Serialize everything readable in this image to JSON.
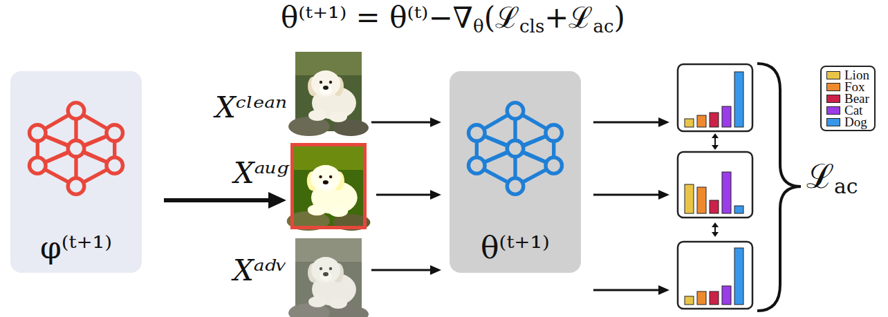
{
  "diagram": {
    "title": "θ⁽ᵗ⁺¹⁾ = θ⁽ᵗ⁾−∇θ(ℒcls+ℒac)",
    "nodes": [
      {
        "text": [
          "φ⁽ᵗ⁺¹⁾"
        ]
      },
      {
        "text": [
          "Xᶜˡᵉᵃⁿ"
        ]
      },
      {
        "text": [
          "Xᵃᵘᵍ"
        ]
      },
      {
        "text": [
          "Xᵃᵈᵛ"
        ]
      },
      {
        "text": [
          "θ⁽ᵗ⁺¹⁾"
        ]
      }
    ],
    "edges": [
      {
        "from": 0,
        "to": 2,
        "arrow": "to"
      },
      {
        "from": 1,
        "to": 4,
        "arrow": "to"
      },
      {
        "from": 2,
        "to": 4,
        "arrow": "to"
      },
      {
        "from": 3,
        "to": 4,
        "arrow": "to"
      }
    ],
    "labels": [
      "ℒac"
    ],
    "legend": [
      {
        "text": "Lion",
        "color": "#e8c547"
      },
      {
        "text": "Fox",
        "color": "#ee8a2e"
      },
      {
        "text": "Bear",
        "color": "#cc2249"
      },
      {
        "text": "Cat",
        "color": "#9a3de8"
      },
      {
        "text": "Dog",
        "color": "#3797ea"
      }
    ]
  }
}
